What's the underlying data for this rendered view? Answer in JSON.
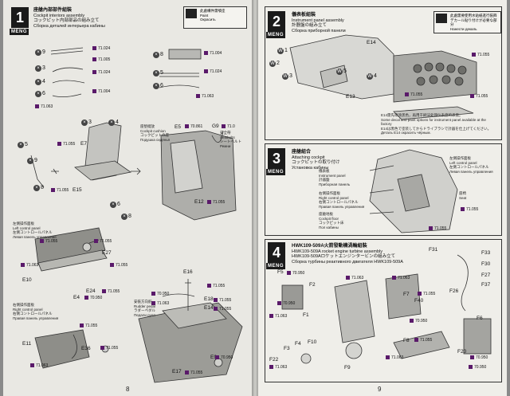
{
  "left_page": {
    "page_number": "8",
    "step": {
      "number": "1",
      "logo": "MENG",
      "title_cn": "座艙內部部件組裝",
      "title_en": "Cockpit interiors assembly",
      "title_jp": "コックピット内部部品の組み立て",
      "title_ru": "Сборка деталей интерьера кабины"
    },
    "warning": {
      "text_cn": "此處構件需噴塗",
      "text_jp": "Paint",
      "text_ru": "Окрасить"
    },
    "parts_rows": [
      {
        "qty": "9",
        "pn": "71.024"
      },
      {
        "qty": "3",
        "pn": "71.005"
      },
      {
        "qty": "4",
        "pn": "71.024"
      },
      {
        "qty": "6",
        "pn": "71.004"
      },
      {
        "qty": "8",
        "pn": "71.004"
      },
      {
        "qty": "5",
        "pn": "71.024"
      },
      {
        "qty": "6",
        "pn": "71.063"
      }
    ],
    "extra_pn": "71.063",
    "seat_labels": {
      "qty_3": "3",
      "qty_4": "4",
      "qty_5": "5",
      "qty_9": "9",
      "qty_8": "8",
      "qty_6": "6",
      "e7": "E7",
      "e15": "E15",
      "e5": "E5",
      "g9": "G9",
      "e12": "E12",
      "pn_e7": "71.055",
      "pn_e15": "71.055",
      "pn_e5": "70.861",
      "pn_g9": "71.0",
      "pn_e12": "71.055"
    },
    "seat_notes": {
      "cushion_cn": "座墊擺放",
      "cushion_en": "Cockpit cushion",
      "cushion_jp": "コックピットの座",
      "cushion_ru": "Подушка сиденья",
      "belt_cn": "安全帶",
      "belt_en": "Seatbelts",
      "belt_jp": "シートベルト",
      "belt_ru": "Ремни"
    },
    "left_panel": {
      "label_cn": "左側操作面板",
      "label_en": "Left control panel",
      "label_jp": "左側コントロールパネル",
      "label_ru": "Левая панель управления",
      "e27": "E27",
      "e10": "E10",
      "e24": "E24",
      "e4": "E4",
      "pn1": "71.055",
      "pn2": "71.055",
      "pn3": "71.063",
      "pn4": "71.055",
      "pn5": "70.950"
    },
    "right_panel": {
      "label_cn": "右側操作面板",
      "label_en": "Right control panel",
      "label_jp": "右側コントロールパネル",
      "label_ru": "Правая панель управления",
      "e11": "E11",
      "e36": "E36",
      "pn1": "71.055",
      "pn2": "71.063",
      "pn3": "71.055"
    },
    "floor": {
      "e16": "E16",
      "e18": "E18",
      "e14": "E14",
      "e9": "E9",
      "e17": "E17",
      "pn1": "71.055",
      "pn2": "70.950",
      "pn3": "71.055",
      "pn4": "71.055",
      "pn5": "70.950",
      "pn6": "71.055",
      "pn7": "71.063",
      "rudder_cn": "安裝方向舵",
      "rudder_en": "Rudder pedal",
      "rudder_jp": "ラダーペダル",
      "rudder_ru": "Педали руля"
    }
  },
  "right_page": {
    "page_number": "9",
    "steps": [
      {
        "number": "2",
        "logo": "MENG",
        "title_cn": "儀表板組裝",
        "title_en": "Instrument panel assembly",
        "title_jp": "計器盤の組み立て",
        "title_ru": "Сборка приборной панели",
        "warning_cn": "此處需要使用水貼紙進行裝飾",
        "warning_jp": "デカール貼り付けが必要な部分",
        "warning_ru": "Нанести декаль",
        "labels": {
          "e14": "E14",
          "e13": "E13",
          "w1": "1",
          "w2": "2",
          "w3": "3",
          "w4": "4",
          "w5": "5",
          "pn1": "71.055",
          "pn2": "71.055",
          "pn3": "71.055"
        },
        "note_cn": "E14需先喷涂黑色，再用干刷法处理仪表盘的表盘。",
        "note_en": "Some decal and paint options for instrument panel available at the factory",
        "note_jp": "E14は黒色で塗装してからドライブラシで計器を仕上げてください。",
        "note_ru": "Деталь E14 окрасить чёрным."
      },
      {
        "number": "3",
        "logo": "MENG",
        "title_cn": "座艙組合",
        "title_en": "Attaching cockpit",
        "title_jp": "コックピットの取り付け",
        "title_ru": "Установка кабины",
        "labels": {
          "ip_cn": "儀表板",
          "ip_en": "Instrument panel",
          "ip_jp": "計器盤",
          "ip_ru": "Приборная панель",
          "rp_cn": "右側操作面板",
          "rp_en": "Right control panel",
          "rp_jp": "右側コントロールパネル",
          "rp_ru": "Правая панель управления",
          "cf_cn": "座艙地板",
          "cf_en": "Cockpit floor",
          "cf_jp": "コックピット床",
          "cf_ru": "Пол кабины",
          "lp_cn": "左側操作面板",
          "lp_en": "Left control panel",
          "lp_jp": "左側コントロールパネル",
          "lp_ru": "Левая панель управления",
          "seat_cn": "座椅",
          "seat_en": "Seat",
          "pn1": "71.055",
          "pn2": "71.055"
        }
      },
      {
        "number": "4",
        "logo": "MENG",
        "title_cn": "HWK109-509A火箭發動機渦輪組裝",
        "title_en": "HWK109-509A rocket engine turbine assembly",
        "title_jp": "HWK109-509Aロケットエンジンタービンの組み立て",
        "title_ru": "Сборка турбины реактивного двигателя HWK109-509A",
        "labels": {
          "f5": "F5",
          "f2": "F2",
          "f1": "F1",
          "f3": "F3",
          "f4": "F4",
          "f10": "F10",
          "f22": "F22",
          "f9": "F9",
          "f7": "F7",
          "f40": "F40",
          "f8": "F8",
          "f6": "F6",
          "f20": "F20",
          "f31": "F31",
          "f33": "F33",
          "f30": "F30",
          "f27": "F27",
          "f37": "F37",
          "f26": "F26",
          "pn1": "70.950",
          "pn2": "71.063",
          "pn3": "71.063",
          "pn4": "71.055",
          "pn5": "70.950",
          "pn6": "71.063",
          "pn7": "70.950",
          "pn8": "71.055",
          "pn9": "71.063",
          "pn10": "70.950",
          "pn11": "71.063",
          "pn12": "70.950"
        }
      }
    ]
  },
  "colors": {
    "paper": "#ecebe6",
    "ink": "#111111",
    "paint_chip": "#5a1a6a",
    "step_box": "#1a1a1a"
  }
}
